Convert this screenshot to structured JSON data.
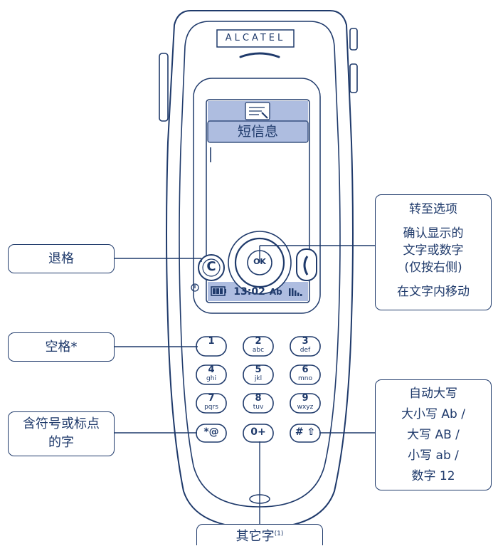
{
  "brand": "ALCATEL",
  "screen": {
    "title": "短信息",
    "status_time": "13:02",
    "status_mode": "Ab"
  },
  "keys": [
    {
      "digit": "1",
      "letters": ""
    },
    {
      "digit": "2",
      "letters": "abc"
    },
    {
      "digit": "3",
      "letters": "def"
    },
    {
      "digit": "4",
      "letters": "ghi"
    },
    {
      "digit": "5",
      "letters": "jkl"
    },
    {
      "digit": "6",
      "letters": "mno"
    },
    {
      "digit": "7",
      "letters": "pqrs"
    },
    {
      "digit": "8",
      "letters": "tuv"
    },
    {
      "digit": "9",
      "letters": "wxyz"
    }
  ],
  "center_key": "OK",
  "clear_key": "C",
  "star_key": "*@",
  "zero_key": "0+",
  "hash_key": "#",
  "callouts": {
    "backspace": "退格",
    "space": "空格*",
    "symbols": [
      "含符号或标点",
      "的字"
    ],
    "other": "其它字",
    "other_note": "(1)",
    "nav": [
      "转至选项",
      "确认显示的",
      "文字或数字",
      "(仅按右侧)",
      "在文字内移动"
    ],
    "case": [
      "自动大写",
      "大小写 Ab /",
      "大写 AB /",
      "小写 ab /",
      "数字 12"
    ]
  },
  "colors": {
    "ink": "#1f3a6b",
    "screen_band": "#aebde0"
  }
}
